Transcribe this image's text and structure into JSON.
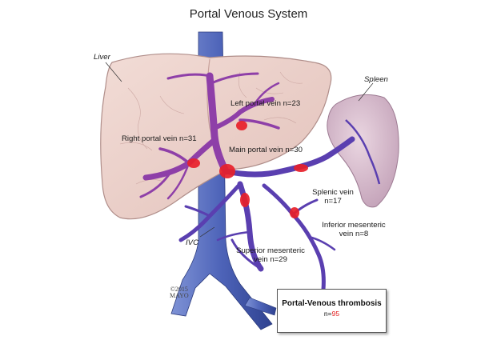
{
  "title": "Portal Venous System",
  "labels": {
    "liver": "Liver",
    "spleen": "Spleen",
    "ivc": "IVC",
    "left_portal": "Left portal vein n=23",
    "right_portal": "Right portal vein n=31",
    "main_portal": "Main portal vein n=30",
    "splenic_line1": "Splenic vein",
    "splenic_line2": "n=17",
    "inferior_line1": "Inferior mesenteric",
    "inferior_line2": "vein n=8",
    "superior_line1": "Superior mesenteric",
    "superior_line2": "vein n=29"
  },
  "copyright": {
    "year": "©2015",
    "org": "MAYO"
  },
  "summary_box": {
    "heading": "Portal-Venous thrombosis",
    "n_prefix": "n=",
    "n_value": "95"
  },
  "colors": {
    "liver_fill": "#ecd2cc",
    "liver_outline": "#b08e8a",
    "spleen_fill": "#d8bccb",
    "vein": "#5a3fb0",
    "portal_vein": "#8e3fa8",
    "thrombus": "#e8202a",
    "ivc": "#3f56a8"
  }
}
